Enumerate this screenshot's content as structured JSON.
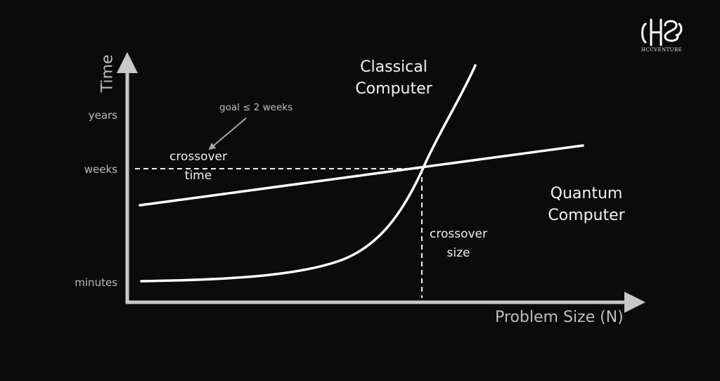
{
  "diagram": {
    "y_axis_label": "Time",
    "x_axis_label": "Problem Size (N)",
    "y_ticks": [
      "years",
      "weeks",
      "minutes"
    ],
    "classical_label": [
      "Classical",
      "Computer"
    ],
    "quantum_label": [
      "Quantum",
      "Computer"
    ],
    "crossover_time_label": [
      "crossover",
      "time"
    ],
    "crossover_size_label": [
      "crossover",
      "size"
    ],
    "goal_annotation": "goal ≤ 2 weeks",
    "colors": {
      "background": "#0b0b0b",
      "axis": "#c8c8c8",
      "curve": "#ffffff",
      "tick_text": "#bdbdbd"
    }
  },
  "logo": {
    "caption": "HCCVENTURE",
    "icon": "hs-monogram-logo"
  }
}
